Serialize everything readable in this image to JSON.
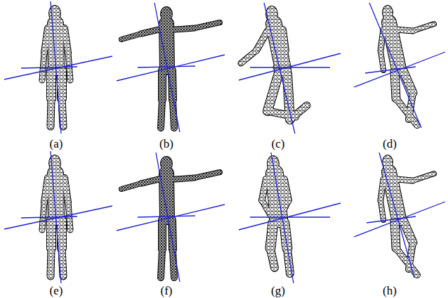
{
  "diagram": {
    "labels": [
      "(a)",
      "(b)",
      "(c)",
      "(d)",
      "(e)",
      "(f)",
      "(g)",
      "(h)"
    ]
  }
}
